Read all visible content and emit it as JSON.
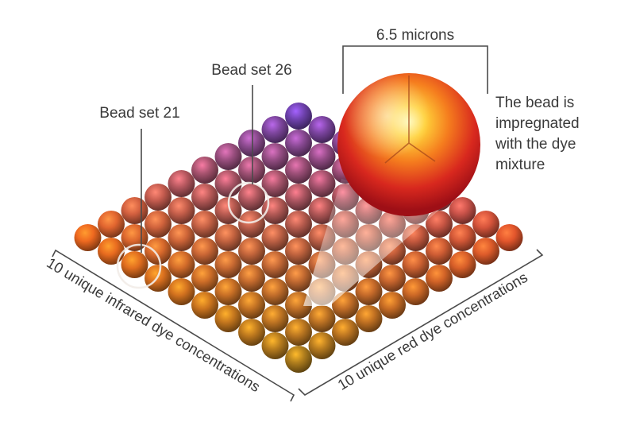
{
  "labels": {
    "micron_size": "6.5 microns",
    "bead_set_a": "Bead set 21",
    "bead_set_b": "Bead set 26",
    "description_lines": [
      "The bead is",
      "impregnated",
      "with the dye",
      "mixture"
    ],
    "axis_infrared": "10 unique infrared dye concentrations",
    "axis_red": "10 unique red dye concentrations"
  },
  "grid": {
    "rows": 10,
    "cols": 10
  },
  "colors": {
    "infrared_corner": "#6a3fa6",
    "red_corner": "#e4641e",
    "far_corner": "#d8522a",
    "mix_corner": "#a8781c",
    "big_bead_core": "#fff3a0",
    "big_bead_edge": "#c0161c"
  }
}
